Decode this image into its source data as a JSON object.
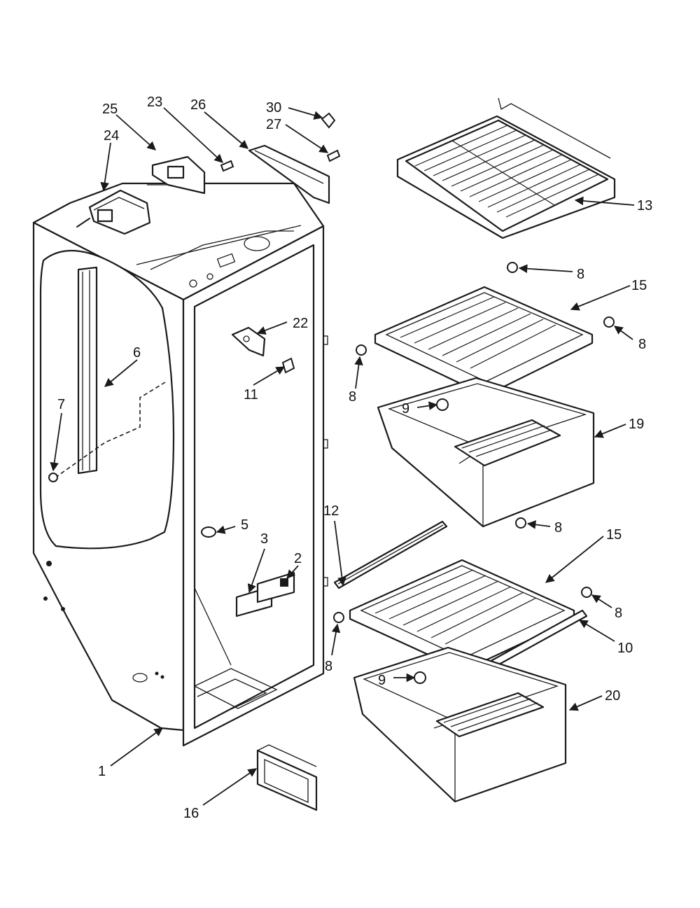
{
  "diagram": {
    "labels": {
      "p1": "1",
      "p2": "2",
      "p3": "3",
      "p5": "5",
      "p6": "6",
      "p7": "7",
      "p8a": "8",
      "p8b": "8",
      "p8c": "8",
      "p8d": "8",
      "p8e": "8",
      "p8f": "8",
      "p9a": "9",
      "p9b": "9",
      "p10": "10",
      "p11": "11",
      "p12": "12",
      "p13": "13",
      "p15a": "15",
      "p15b": "15",
      "p16": "16",
      "p19": "19",
      "p20": "20",
      "p22": "22",
      "p23": "23",
      "p24": "24",
      "p25": "25",
      "p26": "26",
      "p27": "27",
      "p30": "30"
    }
  }
}
